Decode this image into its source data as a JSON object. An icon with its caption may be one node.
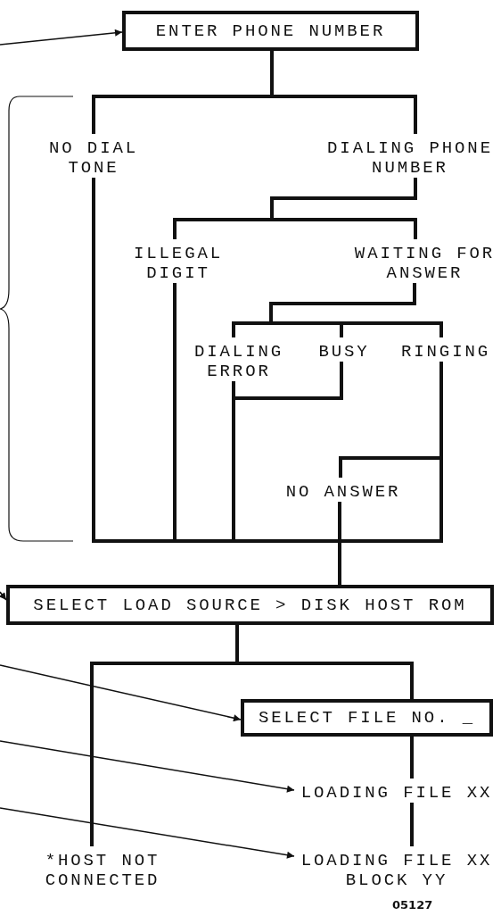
{
  "diagram": {
    "nodes": [
      {
        "text": [
          "ENTER PHONE NUMBER"
        ]
      },
      {
        "text": [
          "NO DIAL TONE"
        ]
      },
      {
        "text": [
          "DIALING PHONE NUMBER"
        ]
      },
      {
        "text": [
          "ILLEGAL DIGIT"
        ]
      },
      {
        "text": [
          "WAITING FOR ANSWER"
        ]
      },
      {
        "text": [
          "DIALING ERROR"
        ]
      },
      {
        "text": [
          "BUSY"
        ]
      },
      {
        "text": [
          "RINGING"
        ]
      },
      {
        "text": [
          "NO ANSWER"
        ]
      },
      {
        "text": [
          "SELECT LOAD SOURCE > DISK HOST ROM"
        ]
      },
      {
        "text": [
          "SELECT FILE NO. _"
        ]
      },
      {
        "text": [
          "LOADING FILE XX"
        ]
      },
      {
        "text": [
          "*HOST NOT CONNECTED"
        ]
      },
      {
        "text": [
          "LOADING FILE XX BLOCK YY"
        ]
      }
    ],
    "edges": [
      {
        "from": 0,
        "to": 1,
        "arrow": "none"
      },
      {
        "from": 0,
        "to": 2,
        "arrow": "none"
      },
      {
        "from": 2,
        "to": 3,
        "arrow": "none"
      },
      {
        "from": 2,
        "to": 4,
        "arrow": "none"
      },
      {
        "from": 4,
        "to": 5,
        "arrow": "none"
      },
      {
        "from": 4,
        "to": 6,
        "arrow": "none"
      },
      {
        "from": 4,
        "to": 7,
        "arrow": "none"
      },
      {
        "from": 7,
        "to": 8,
        "arrow": "none"
      },
      {
        "from": 1,
        "to": 9,
        "arrow": "none"
      },
      {
        "from": 3,
        "to": 9,
        "arrow": "none"
      },
      {
        "from": 5,
        "to": 9,
        "arrow": "none"
      },
      {
        "from": 6,
        "to": 9,
        "arrow": "none"
      },
      {
        "from": 7,
        "to": 9,
        "arrow": "none"
      },
      {
        "from": 8,
        "to": 9,
        "arrow": "none"
      },
      {
        "from": 9,
        "to": 12,
        "arrow": "none"
      },
      {
        "from": 9,
        "to": 10,
        "arrow": "none"
      },
      {
        "from": 10,
        "to": 11,
        "arrow": "none"
      },
      {
        "from": 11,
        "to": 13,
        "arrow": "none"
      },
      {
        "from": null,
        "to": 0,
        "arrow": "to"
      },
      {
        "from": null,
        "to": 9,
        "arrow": "to"
      },
      {
        "from": null,
        "to": 10,
        "arrow": "to"
      },
      {
        "from": null,
        "to": 11,
        "arrow": "to"
      },
      {
        "from": null,
        "to": 13,
        "arrow": "to"
      }
    ],
    "labels": [
      "05127"
    ]
  }
}
